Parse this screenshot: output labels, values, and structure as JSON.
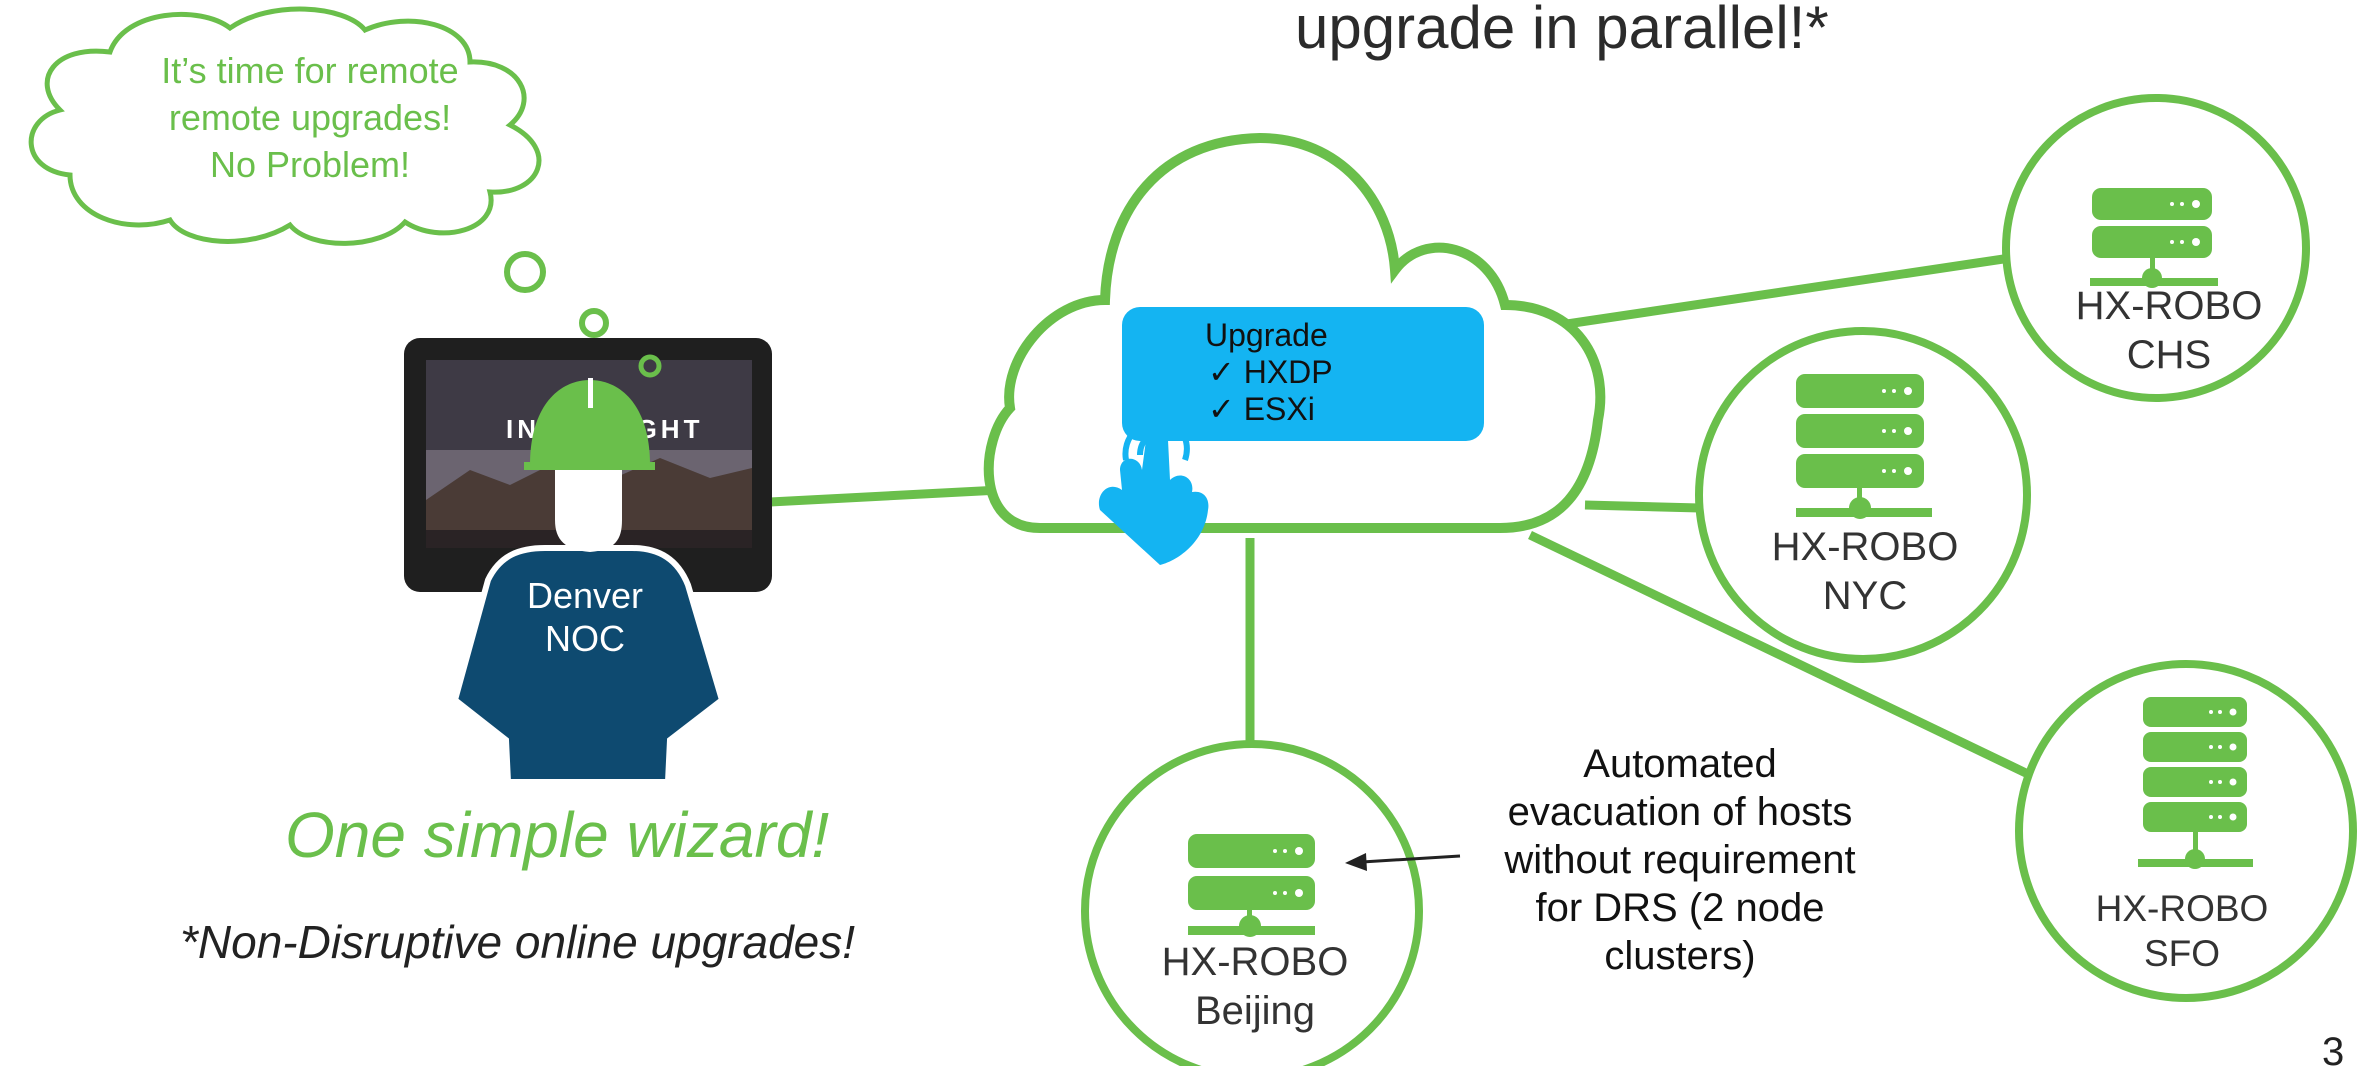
{
  "title": "upgrade in parallel!*",
  "thought_bubble": {
    "lines": [
      "It’s time for remote",
      "remote upgrades!",
      "No Problem!"
    ]
  },
  "operator": {
    "label_line1": "Denver",
    "label_line2": "NOC"
  },
  "monitor": {
    "screen_text": "INTERSIGHT"
  },
  "wizard_text": "One simple wizard!",
  "footnote": "*Non-Disruptive online upgrades!",
  "upgrade_card": {
    "title": "Upgrade",
    "items": [
      "✓  HXDP",
      "✓  ESXi"
    ]
  },
  "sites": {
    "chs": {
      "line1": "HX-ROBO",
      "line2": "CHS"
    },
    "nyc": {
      "line1": "HX-ROBO",
      "line2": "NYC"
    },
    "sfo": {
      "line1": "HX-ROBO",
      "line2": "SFO"
    },
    "beijing": {
      "line1": "HX-ROBO",
      "line2": "Beijing"
    }
  },
  "evacuation_note": [
    "Automated",
    "evacuation of hosts",
    "without requirement",
    "for DRS  (2 node",
    "clusters)"
  ],
  "page_number": "3",
  "colors": {
    "green": "#6abf4b",
    "blue": "#14b4f2",
    "navy": "#0e4a70",
    "dark": "#1f1f1f"
  },
  "icons": [
    "thought-cloud",
    "person-hardhat",
    "monitor",
    "cloud",
    "hand-pointer-icon",
    "server-rack-icon",
    "arrow"
  ]
}
